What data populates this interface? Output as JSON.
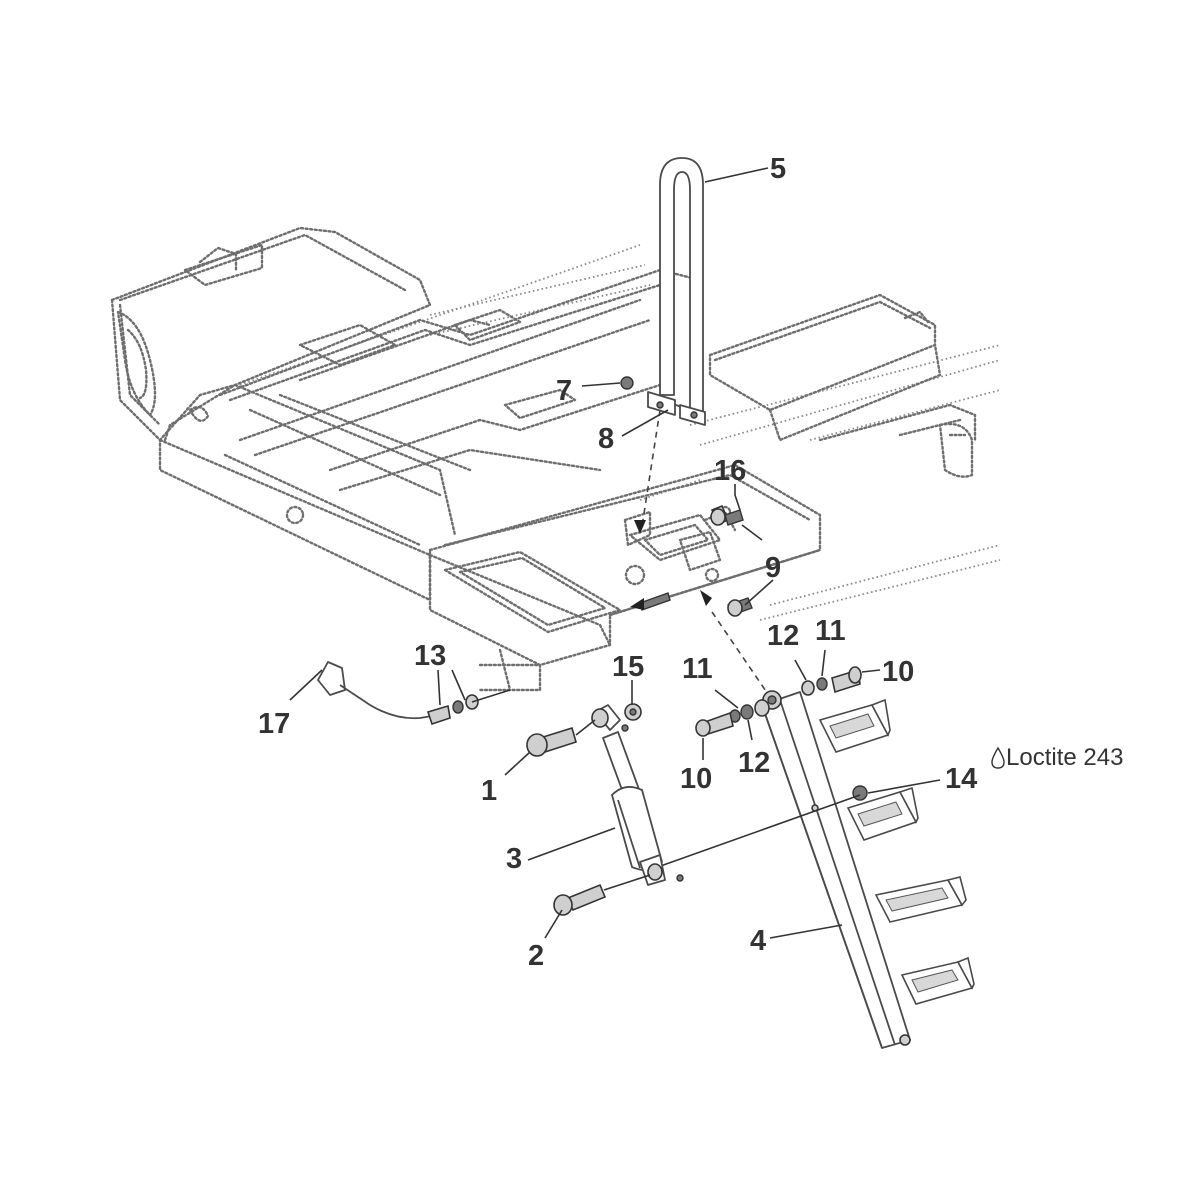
{
  "callouts": {
    "c1": "1",
    "c2": "2",
    "c3": "3",
    "c4": "4",
    "c5": "5",
    "c7": "7",
    "c8": "8",
    "c9": "9",
    "c10a": "10",
    "c10b": "10",
    "c11a": "11",
    "c11b": "11",
    "c12a": "12",
    "c12b": "12",
    "c13": "13",
    "c14": "14",
    "c15": "15",
    "c16": "16",
    "c17": "17"
  },
  "notes": {
    "loctite": "Loctite 243"
  },
  "icons": {
    "loctite_drop": "droplet-icon"
  }
}
